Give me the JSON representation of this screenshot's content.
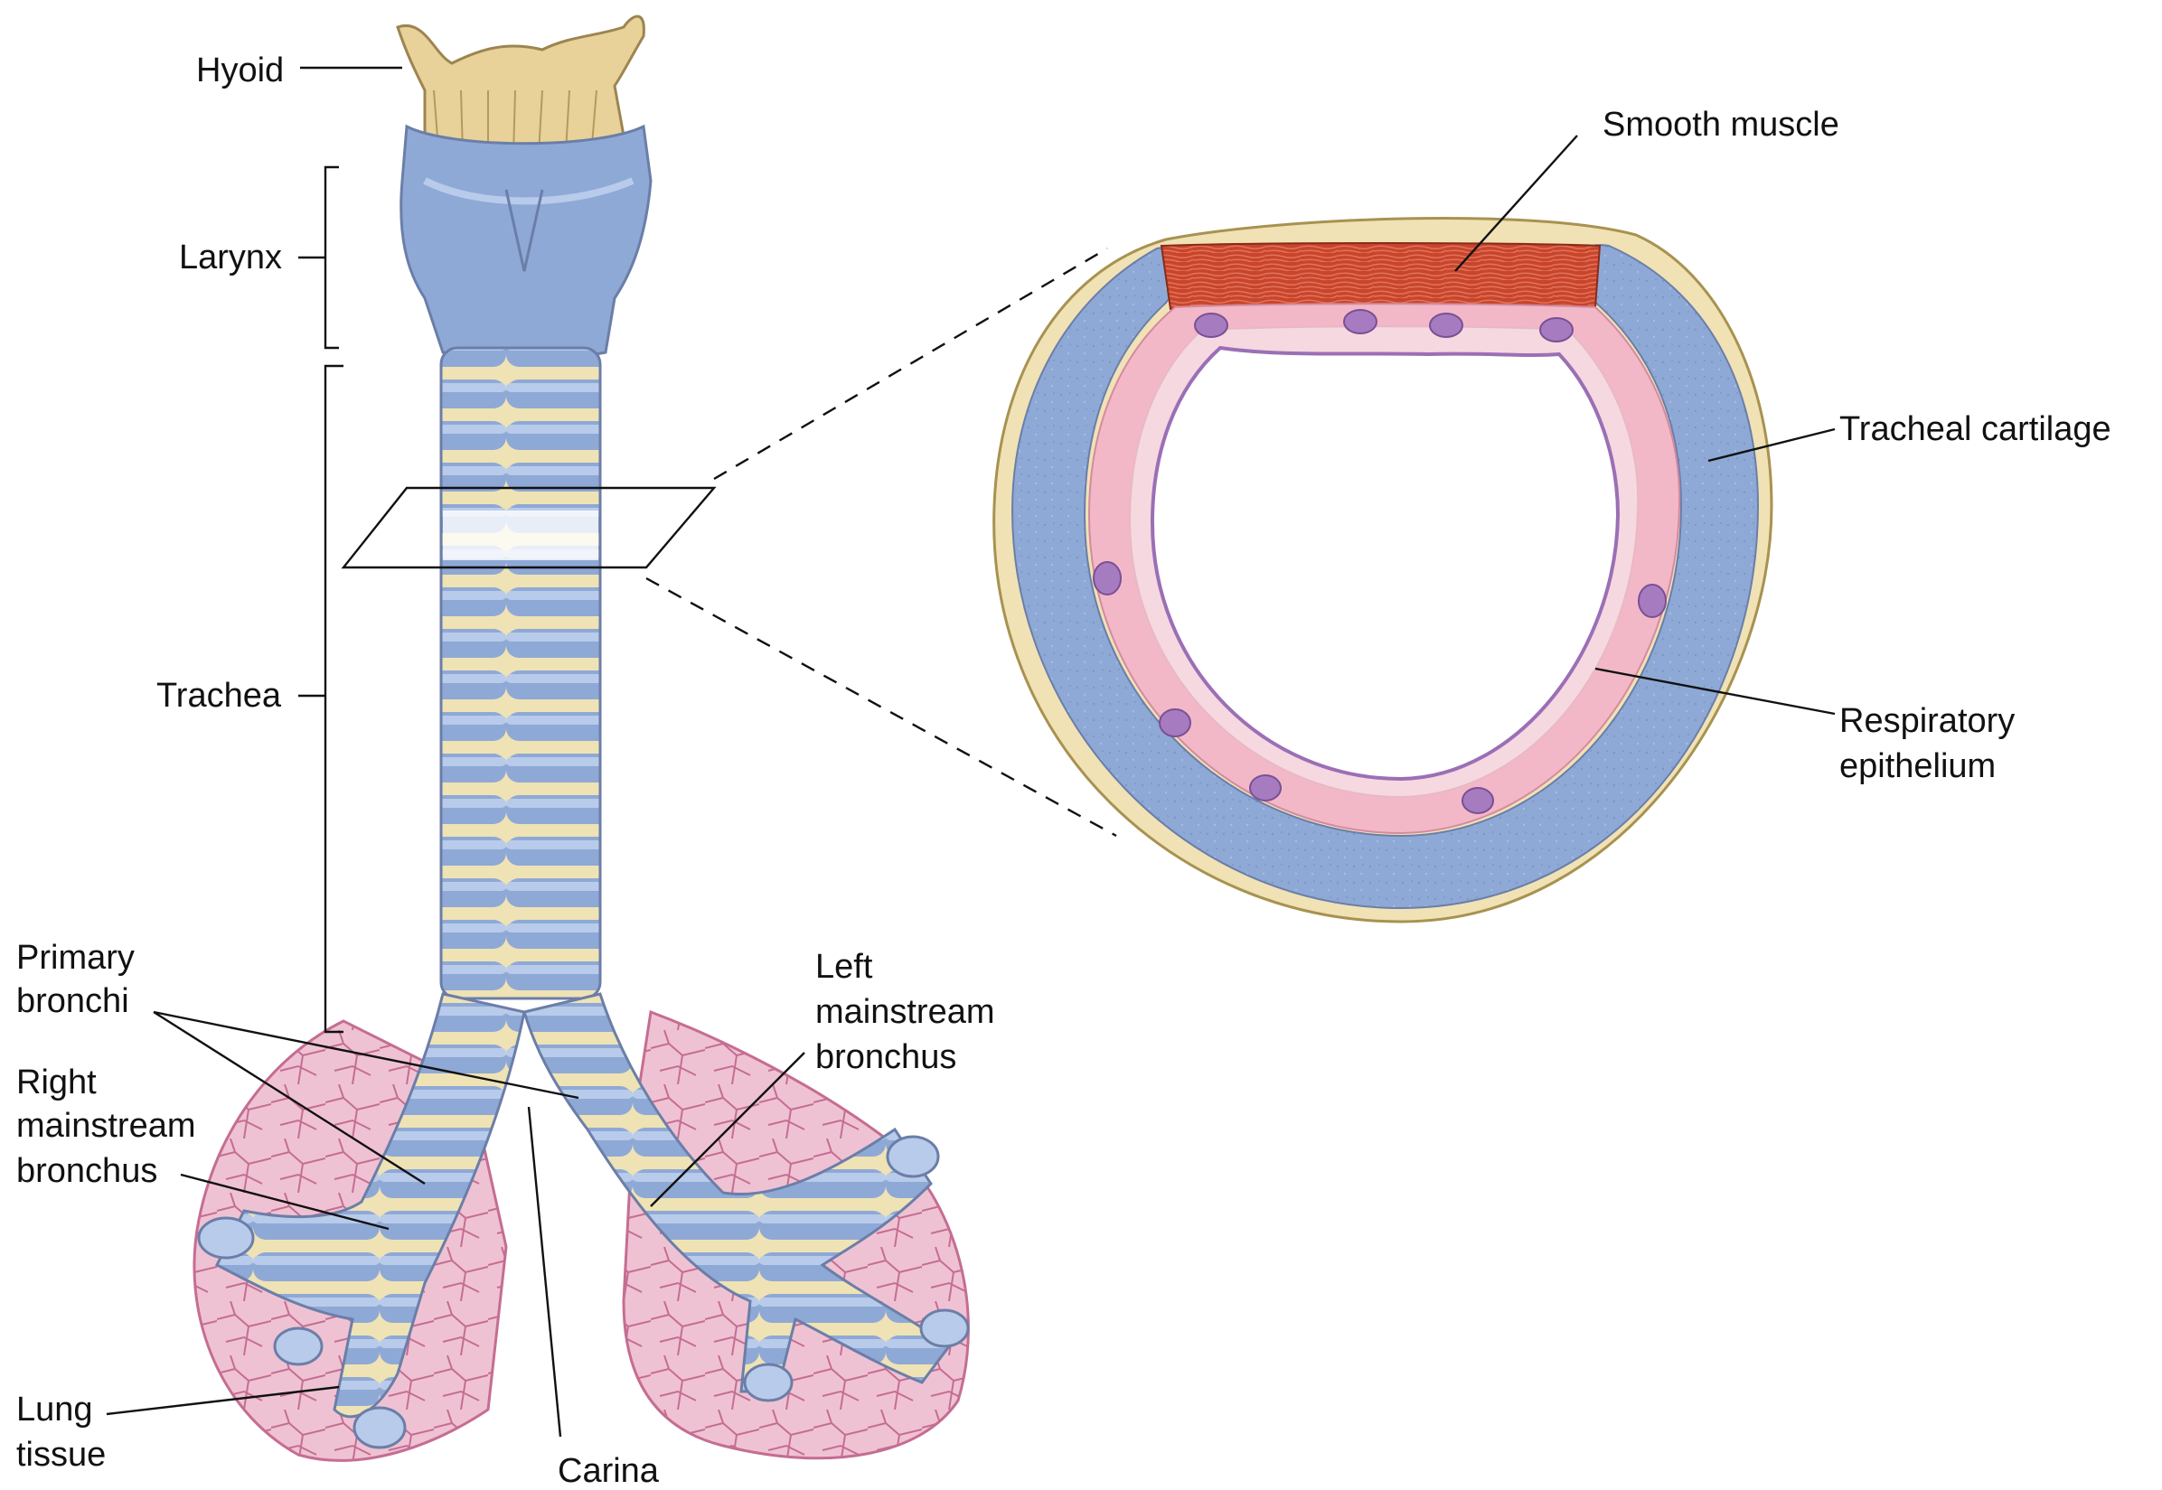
{
  "labels": {
    "hyoid": "Hyoid",
    "larynx": "Larynx",
    "trachea": "Trachea",
    "primary_bronchi_1": "Primary",
    "primary_bronchi_2": "bronchi",
    "right_main_1": "Right",
    "right_main_2": "mainstream",
    "right_main_3": "bronchus",
    "lung_tissue_1": "Lung",
    "lung_tissue_2": "tissue",
    "carina": "Carina",
    "left_main_1": "Left",
    "left_main_2": "mainstream",
    "left_main_3": "bronchus",
    "smooth_muscle": "Smooth muscle",
    "tracheal_cartilage": "Tracheal cartilage",
    "resp_epi_1": "Respiratory",
    "resp_epi_2": "epithelium"
  },
  "colors": {
    "cartilage_blue": "#8ea9d6",
    "cartilage_blue_light": "#b8cbea",
    "ligament_cream": "#efe2b4",
    "bone_tan": "#e8d29a",
    "lung_pink": "#d98aa9",
    "lung_pink_light": "#efc2d3",
    "mucosa_pink": "#f2b8c8",
    "smooth_muscle_red": "#c8452c",
    "gland_purple": "#a77bc0",
    "outline": "#6b7ea8"
  }
}
